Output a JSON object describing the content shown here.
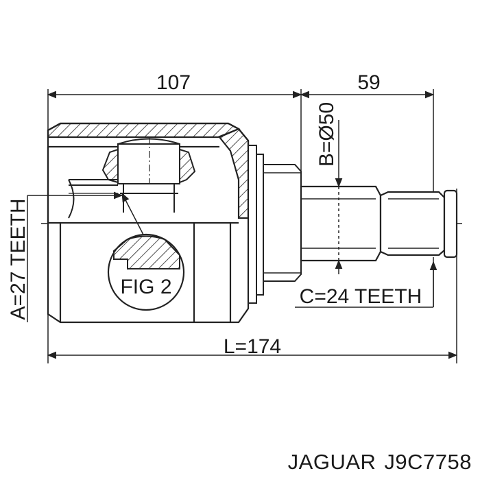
{
  "dimensions": {
    "length_a": "107",
    "length_b": "59",
    "diameter": "B=Ø50",
    "teeth_a": "A=27 TEETH",
    "teeth_c": "C=24 TEETH",
    "total_length": "L=174"
  },
  "detail_label": "FIG 2",
  "caption": {
    "brand": "JAGUAR",
    "part_number": "J9C7758"
  }
}
